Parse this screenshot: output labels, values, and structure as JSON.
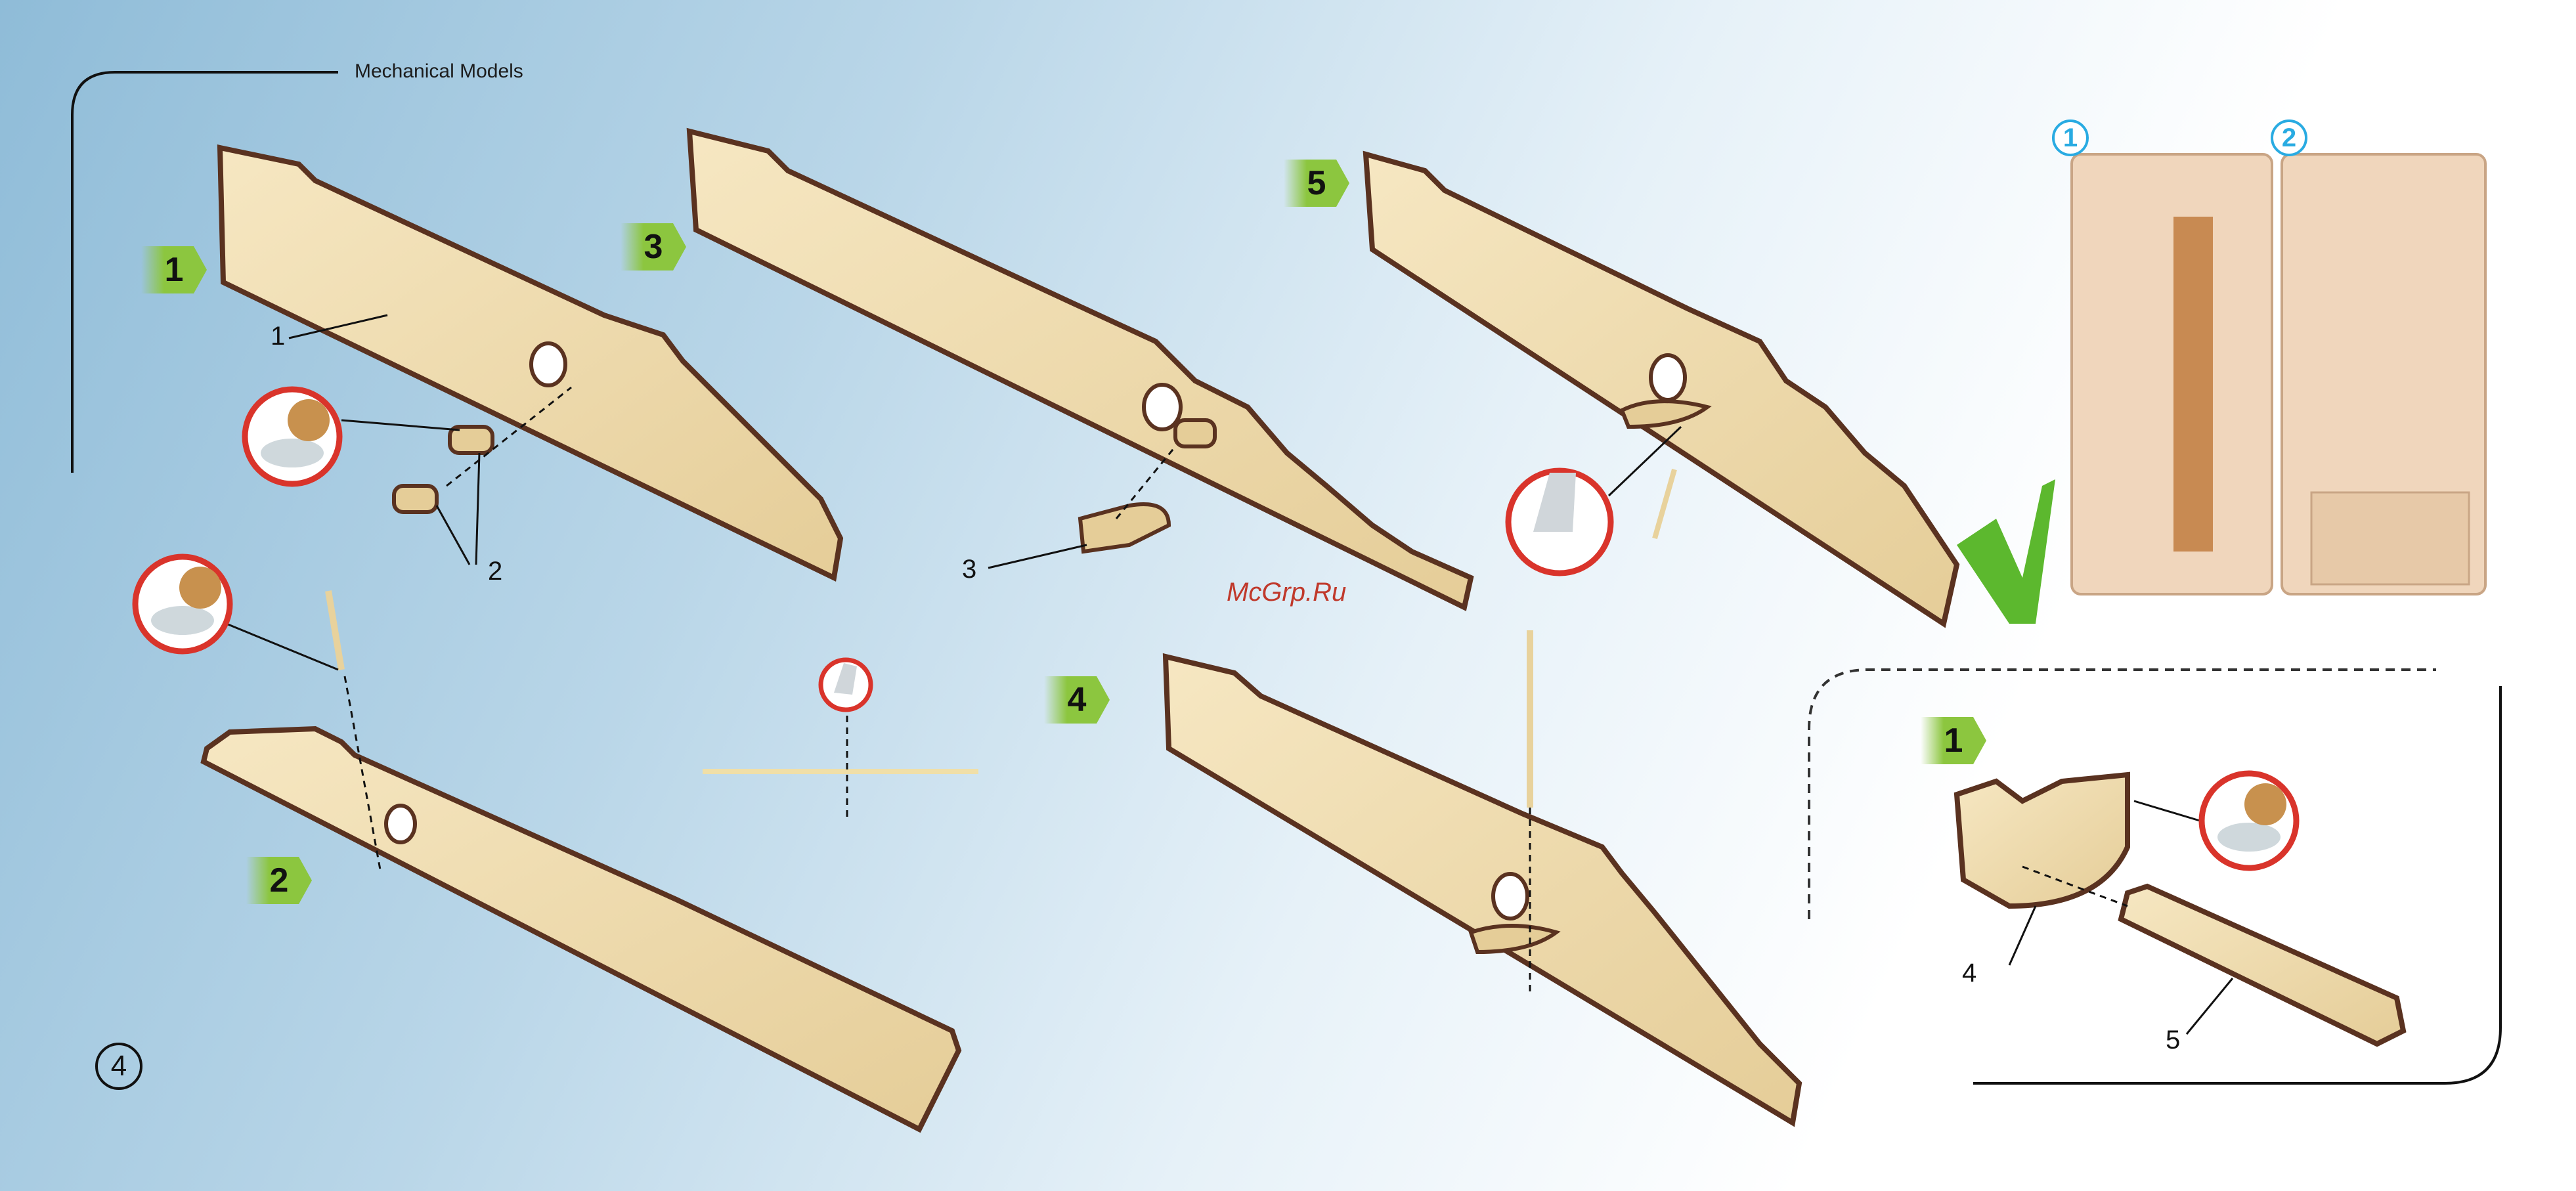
{
  "header": {
    "title": "Mechanical Models"
  },
  "watermark": "McGrp.Ru",
  "page_number": "4",
  "steps": {
    "s1": "1",
    "s2": "2",
    "s3": "3",
    "s4": "4",
    "s5": "5",
    "sub1": "1"
  },
  "callouts": {
    "c1": "1",
    "c2": "2",
    "c3": "3",
    "c4": "4",
    "c5": "5"
  },
  "sheets": {
    "sheet1": "1",
    "sheet2": "2"
  },
  "colors": {
    "wood_light": "#f1dfb4",
    "wood_edge": "#5a3220",
    "badge_green": "#8cc63f",
    "glue_red": "#d9342b",
    "check_green": "#5cb82e",
    "sheet_blue": "#29abe2"
  },
  "icons": [
    "glue-pot-icon",
    "toothpick-icon",
    "checkmark-icon"
  ]
}
